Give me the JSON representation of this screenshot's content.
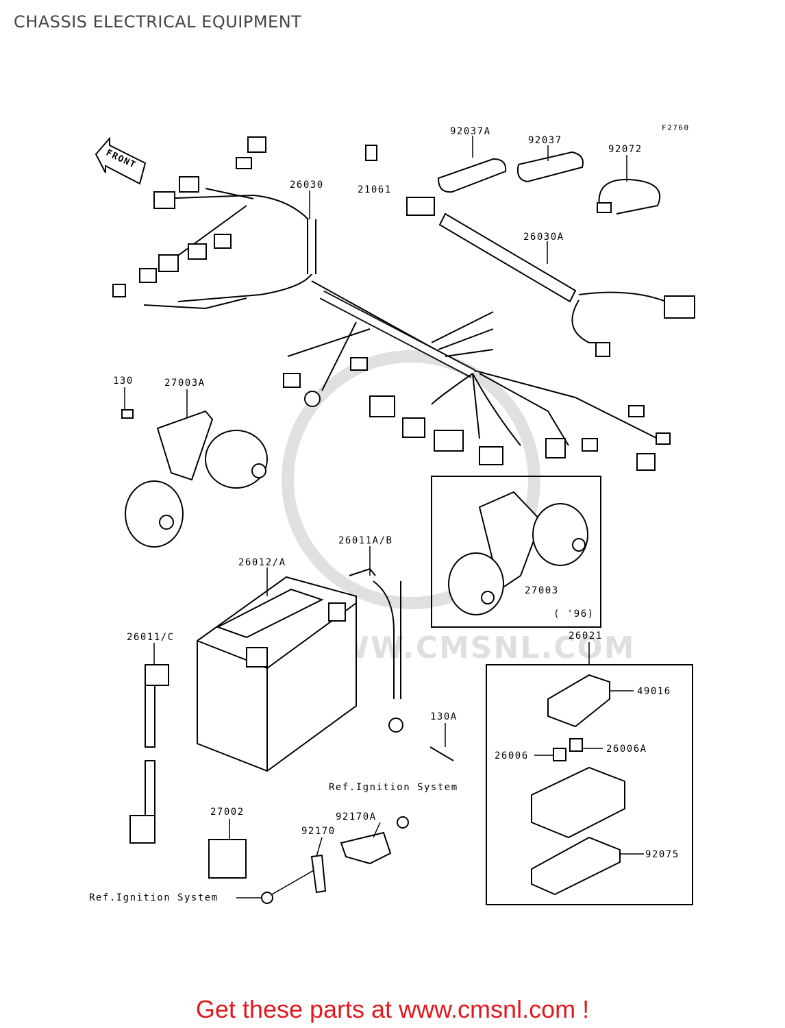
{
  "page": {
    "title": "CHASSIS ELECTRICAL EQUIPMENT"
  },
  "diagram": {
    "figure_code": "F2760",
    "front_arrow": "FRONT",
    "watermark": "WWW.CMSNL.COM",
    "callouts": {
      "p26030": "26030",
      "p26030a": "26030A",
      "p21061": "21061",
      "p92037a": "92037A",
      "p92037": "92037",
      "p92072": "92072",
      "p130": "130",
      "p27003a": "27003A",
      "p27003": "27003",
      "p96": "( '96)",
      "p26011ab": "26011A/B",
      "p26012a": "26012/A",
      "p26011c": "26011/C",
      "p26021": "26021",
      "p49016": "49016",
      "p26006": "26006",
      "p26006a": "26006A",
      "p92075": "92075",
      "p130a": "130A",
      "ref_ign_1": "Ref.Ignition System",
      "p92170a": "92170A",
      "p92170": "92170",
      "p27002": "27002",
      "ref_ign_2": "Ref.Ignition System"
    }
  },
  "footer": {
    "cta": "Get these parts at www.cmsnl.com !"
  }
}
